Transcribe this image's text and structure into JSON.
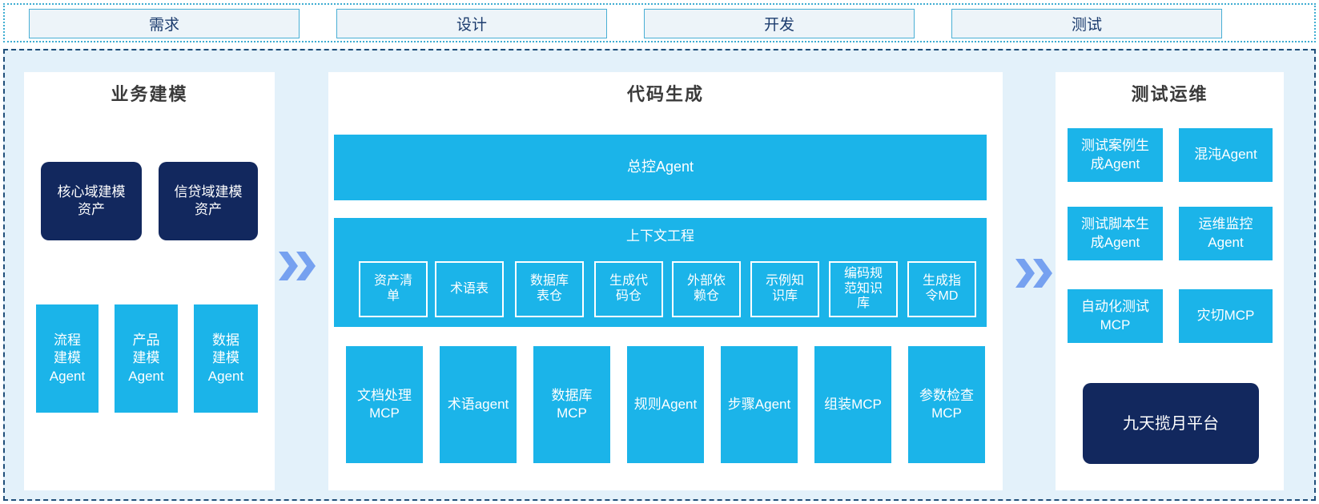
{
  "colors": {
    "cyan": "#1bb4e9",
    "navy": "#12285e",
    "arrow_blue": "#76a1f0",
    "container_bg": "#e3f1fa",
    "dashed_border": "#1f4e79",
    "phase_border": "#49afd5"
  },
  "phases": {
    "items": [
      {
        "label": "需求"
      },
      {
        "label": "设计"
      },
      {
        "label": "开发"
      },
      {
        "label": "测试"
      }
    ]
  },
  "panels": {
    "business": {
      "title": "业务建模",
      "assets": [
        "核心域建模\n资产",
        "信贷域建模\n资产"
      ],
      "agents": [
        "流程\n建模\nAgent",
        "产品\n建模\nAgent",
        "数据\n建模\nAgent"
      ]
    },
    "codegen": {
      "title": "代码生成",
      "master_agent": "总控Agent",
      "context": {
        "title": "上下文工程",
        "items": [
          "资产清\n单",
          "术语表",
          "数据库\n表仓",
          "生成代\n码仓",
          "外部依\n赖仓",
          "示例知\n识库",
          "编码规\n范知识\n库",
          "生成指\n令MD"
        ]
      },
      "mcp_row": [
        "文档处理\nMCP",
        "术语agent",
        "数据库\nMCP",
        "规则Agent",
        "步骤Agent",
        "组装MCP",
        "参数检查\nMCP"
      ]
    },
    "testops": {
      "title": "测试运维",
      "boxes": [
        "测试案例生\n成Agent",
        "混沌Agent",
        "测试脚本生\n成Agent",
        "运维监控\nAgent",
        "自动化测试\nMCP",
        "灾切MCP"
      ],
      "platform": "九天揽月平台"
    }
  }
}
